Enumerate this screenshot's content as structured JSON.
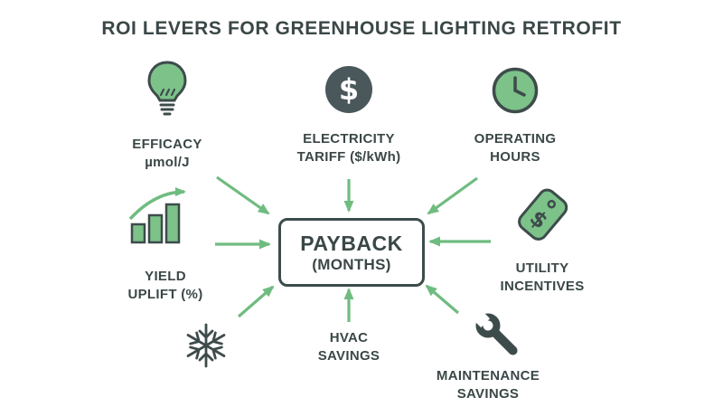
{
  "title": "ROI LEVERS FOR GREENHOUSE LIGHTING RETROFIT",
  "center": {
    "title": "PAYBACK",
    "subtitle": "(MONTHS)"
  },
  "factors": {
    "efficacy": {
      "line1": "EFFICACY",
      "line2": "µmol/J"
    },
    "electricity_tariff": {
      "line1": "ELECTRICITY",
      "line2": "TARIFF ($/kWh)"
    },
    "operating_hours": {
      "line1": "OPERATING",
      "line2": "HOURS"
    },
    "yield_uplift": {
      "line1": "YIELD",
      "line2": "UPLIFT (%)"
    },
    "utility_incentives": {
      "line1": "UTILITY",
      "line2": "INCENTIVES"
    },
    "hvac_savings": {
      "line1": "HVAC",
      "line2": "SAVINGS"
    },
    "maintenance_savings": {
      "line1": "MAINTENANCE",
      "line2": "SAVINGS"
    }
  },
  "icons": {
    "dollar_glyph": "$",
    "tag_dollar_glyph": "$"
  },
  "colors": {
    "green": "#7cc289",
    "arrow_green": "#6fbc80",
    "dark": "#3e4b4b",
    "circle_gray": "#4a585c",
    "background": "#ffffff"
  }
}
